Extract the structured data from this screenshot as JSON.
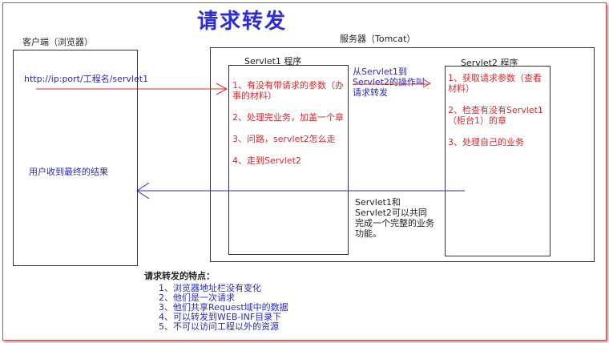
{
  "title": "请求转发",
  "client": {
    "label": "客户端（浏览器）",
    "url": "http://ip:port/工程名/servlet1",
    "result": "用户收到最终的结果"
  },
  "server": {
    "label": "服务器（Tomcat）"
  },
  "servlet1": {
    "label": "Servlet1 程序",
    "steps": [
      "1、有没有带请求的参数（办事的材料）",
      "2、处理完业务，加盖一个章",
      "3、问路，servlet2怎么走",
      "4、走到Servlet2"
    ]
  },
  "servlet2": {
    "label": "Servlet2 程序",
    "steps": [
      "1、获取请求参数（查看材料）",
      "2、检查有没有Servlet1（柜台1）的章",
      "3、处理自己的业务"
    ]
  },
  "forward_note": "从Servlet1到Servlet2的操作叫请求转发",
  "cooperation_note": "Servlet1和Servlet2可以共同完成一个完整的业务功能。",
  "features": {
    "heading": "请求转发的特点：",
    "items": [
      "1、浏览器地址栏没有变化",
      "2、他们是一次请求",
      "3、他们共享Request域中的数据",
      "4、可以转发到WEB-INF目录下",
      "5、不可以访问工程以外的资源"
    ]
  },
  "colors": {
    "request_arrow": "#e0282c",
    "response_arrow": "#2828c8"
  }
}
